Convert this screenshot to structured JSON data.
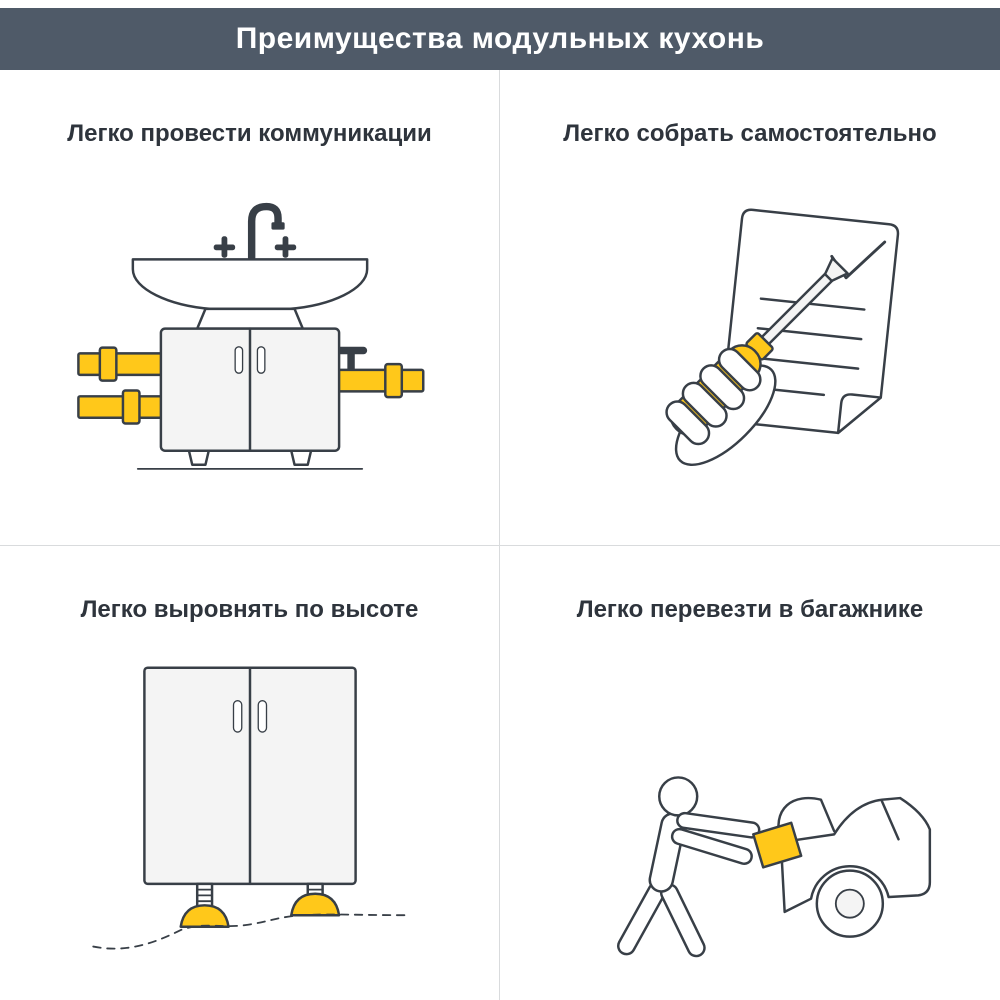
{
  "header": {
    "title": "Преимущества модульных кухонь"
  },
  "quadrants": [
    {
      "label": "Легко провести коммуникации",
      "icon": "sink-cabinet-pipes-illustration"
    },
    {
      "label": "Легко собрать самостоятельно",
      "icon": "screwdriver-checklist-illustration"
    },
    {
      "label": "Легко выровнять по высоте",
      "icon": "cabinet-adjustable-feet-illustration"
    },
    {
      "label": "Легко перевезти в багажнике",
      "icon": "loading-car-trunk-illustration"
    }
  ],
  "colors": {
    "header_bg": "#4f5a68",
    "header_text": "#ffffff",
    "accent_yellow": "#ffc81a",
    "outline": "#383f47",
    "panel_fill": "#f4f4f4",
    "divider": "#d9dbdd",
    "title_text": "#2e343c",
    "background": "#ffffff"
  }
}
